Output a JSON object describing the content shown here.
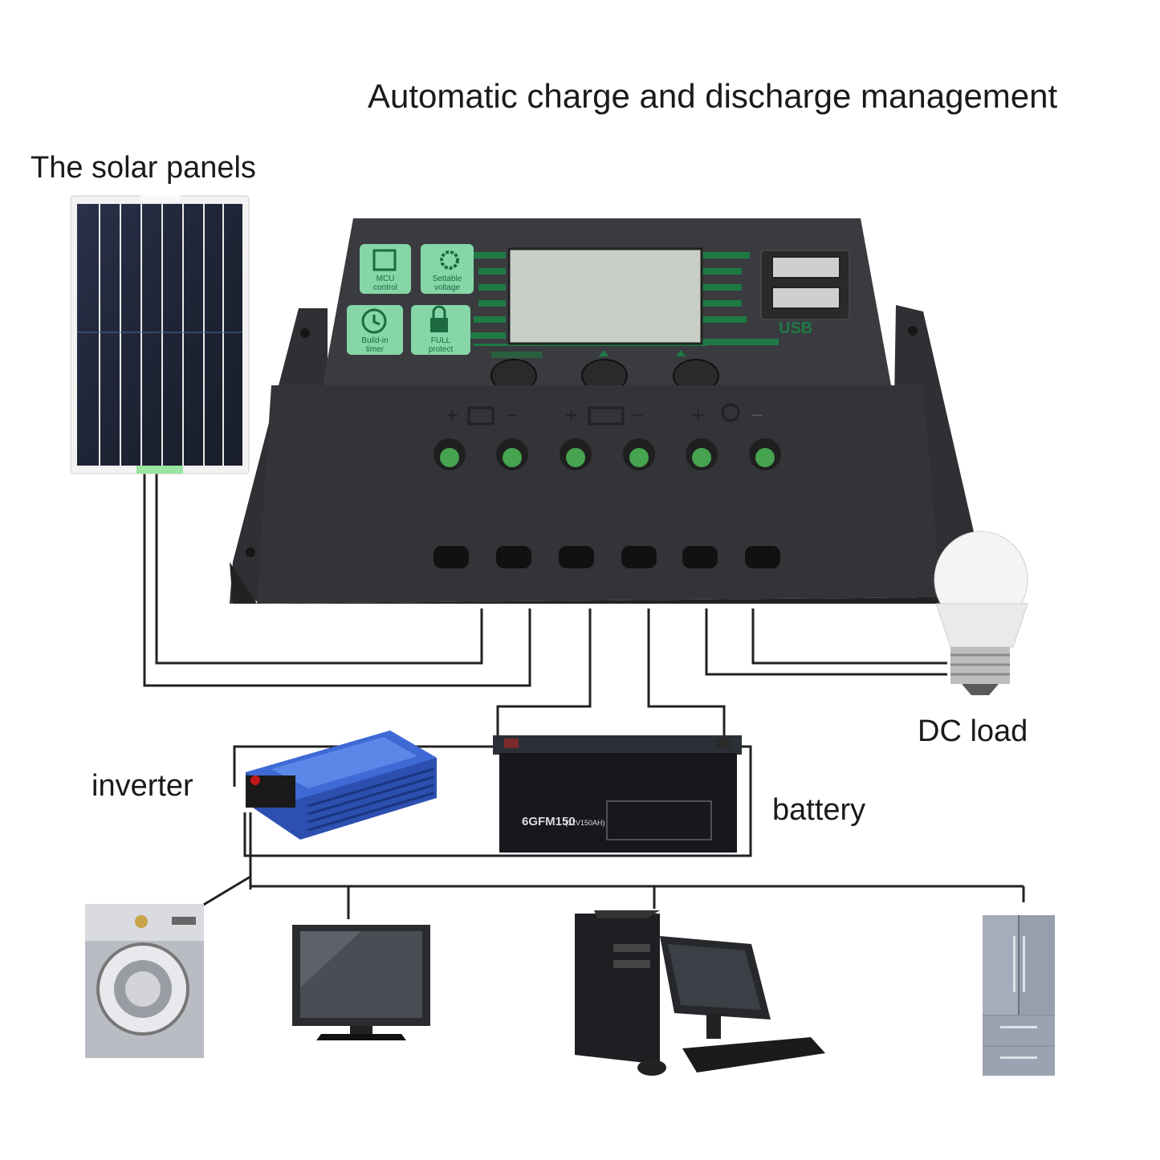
{
  "title": "Automatic charge and discharge management",
  "labels": {
    "solar_panels": "The solar panels",
    "inverter": "inverter",
    "battery": "battery",
    "dc_load": "DC load"
  },
  "controller": {
    "buttons": [
      {
        "line1": "MCU",
        "line2": "control",
        "icon": "chip-icon"
      },
      {
        "line1": "Settable",
        "line2": "voltage",
        "icon": "gear-icon"
      },
      {
        "line1": "Build-in",
        "line2": "timer",
        "icon": "clock-icon"
      },
      {
        "line1": "FULL",
        "line2": "protect",
        "icon": "lock-icon"
      }
    ],
    "usb_label": "USB",
    "terminal_groups": [
      "solar-panel-icon",
      "battery-icon",
      "bulb-icon"
    ]
  },
  "battery_model": "6GFM150",
  "battery_spec": "(12V150AH)",
  "colors": {
    "controller_body": "#3a3b3f",
    "accent_green": "#1f8a4c",
    "button_green": "#86d6a8",
    "wire": "#222222"
  }
}
